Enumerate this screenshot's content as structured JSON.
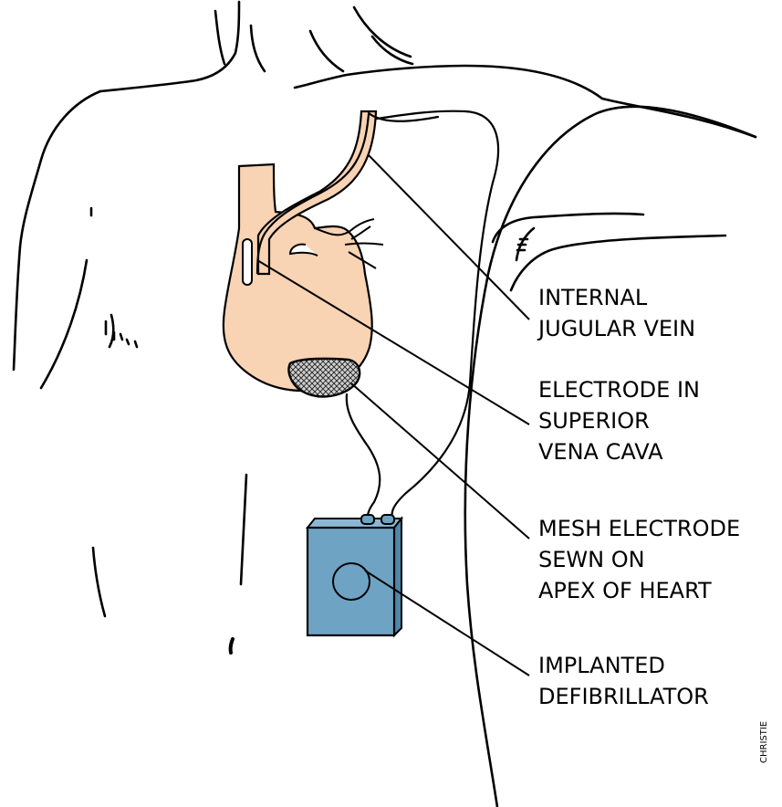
{
  "labels": [
    {
      "lines": [
        "INTERNAL",
        "JUGULAR VEIN"
      ]
    },
    {
      "lines": [
        "ELECTRODE IN",
        "SUPERIOR",
        "VENA CAVA"
      ]
    },
    {
      "lines": [
        "MESH ELECTRODE",
        "SEWN ON",
        "APEX OF HEART"
      ]
    },
    {
      "lines": [
        "IMPLANTED",
        "DEFIBRILLATOR"
      ]
    }
  ],
  "credit": "CHRISTIE",
  "colors": {
    "heart": "#f8d3b4",
    "device": "#6fa3c4",
    "outline": "#000000",
    "mesh": "#9a9a9a"
  }
}
